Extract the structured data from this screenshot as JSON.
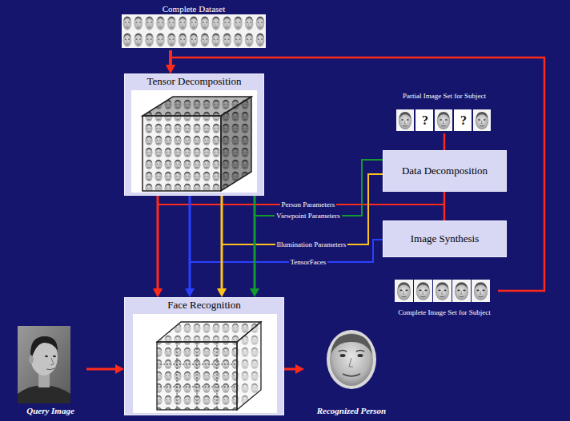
{
  "diagram": {
    "nodes": [
      {
        "text": [
          "Complete Dataset"
        ]
      },
      {
        "text": [
          "Tensor Decomposition"
        ]
      },
      {
        "text": [
          "Partial Image Set for Subject"
        ]
      },
      {
        "text": [
          "Data Decomposition"
        ]
      },
      {
        "text": [
          "Image Synthesis"
        ]
      },
      {
        "text": [
          "Complete Image Set for Subject"
        ]
      },
      {
        "text": [
          "Face Recognition"
        ]
      },
      {
        "text": [
          "Query Image"
        ]
      },
      {
        "text": [
          "Recognized Person"
        ]
      }
    ],
    "edges": [
      {
        "from": 0,
        "to": 1,
        "arrow": "to"
      },
      {
        "from": 5,
        "to": 1,
        "arrow": "to"
      },
      {
        "from": 2,
        "to": 3,
        "arrow": "none"
      },
      {
        "from": 3,
        "to": 4,
        "arrow": "none"
      },
      {
        "from": 1,
        "to": 6,
        "arrow": "to"
      },
      {
        "from": 3,
        "to": 6,
        "arrow": "to",
        "label": "Person Parameters"
      },
      {
        "from": 1,
        "to": 6,
        "arrow": "to"
      },
      {
        "from": 1,
        "to": 4,
        "arrow": "none",
        "label": "TensorFaces"
      },
      {
        "from": 1,
        "to": 6,
        "arrow": "to"
      },
      {
        "from": 1,
        "to": 3,
        "arrow": "none",
        "label": "Illumination Parameters"
      },
      {
        "from": 1,
        "to": 6,
        "arrow": "to"
      },
      {
        "from": 1,
        "to": 3,
        "arrow": "none",
        "label": "Viewpoint Parameters"
      },
      {
        "from": 7,
        "to": 6,
        "arrow": "to"
      },
      {
        "from": 6,
        "to": 8,
        "arrow": "to"
      }
    ],
    "labels": [
      "?",
      "?"
    ]
  }
}
